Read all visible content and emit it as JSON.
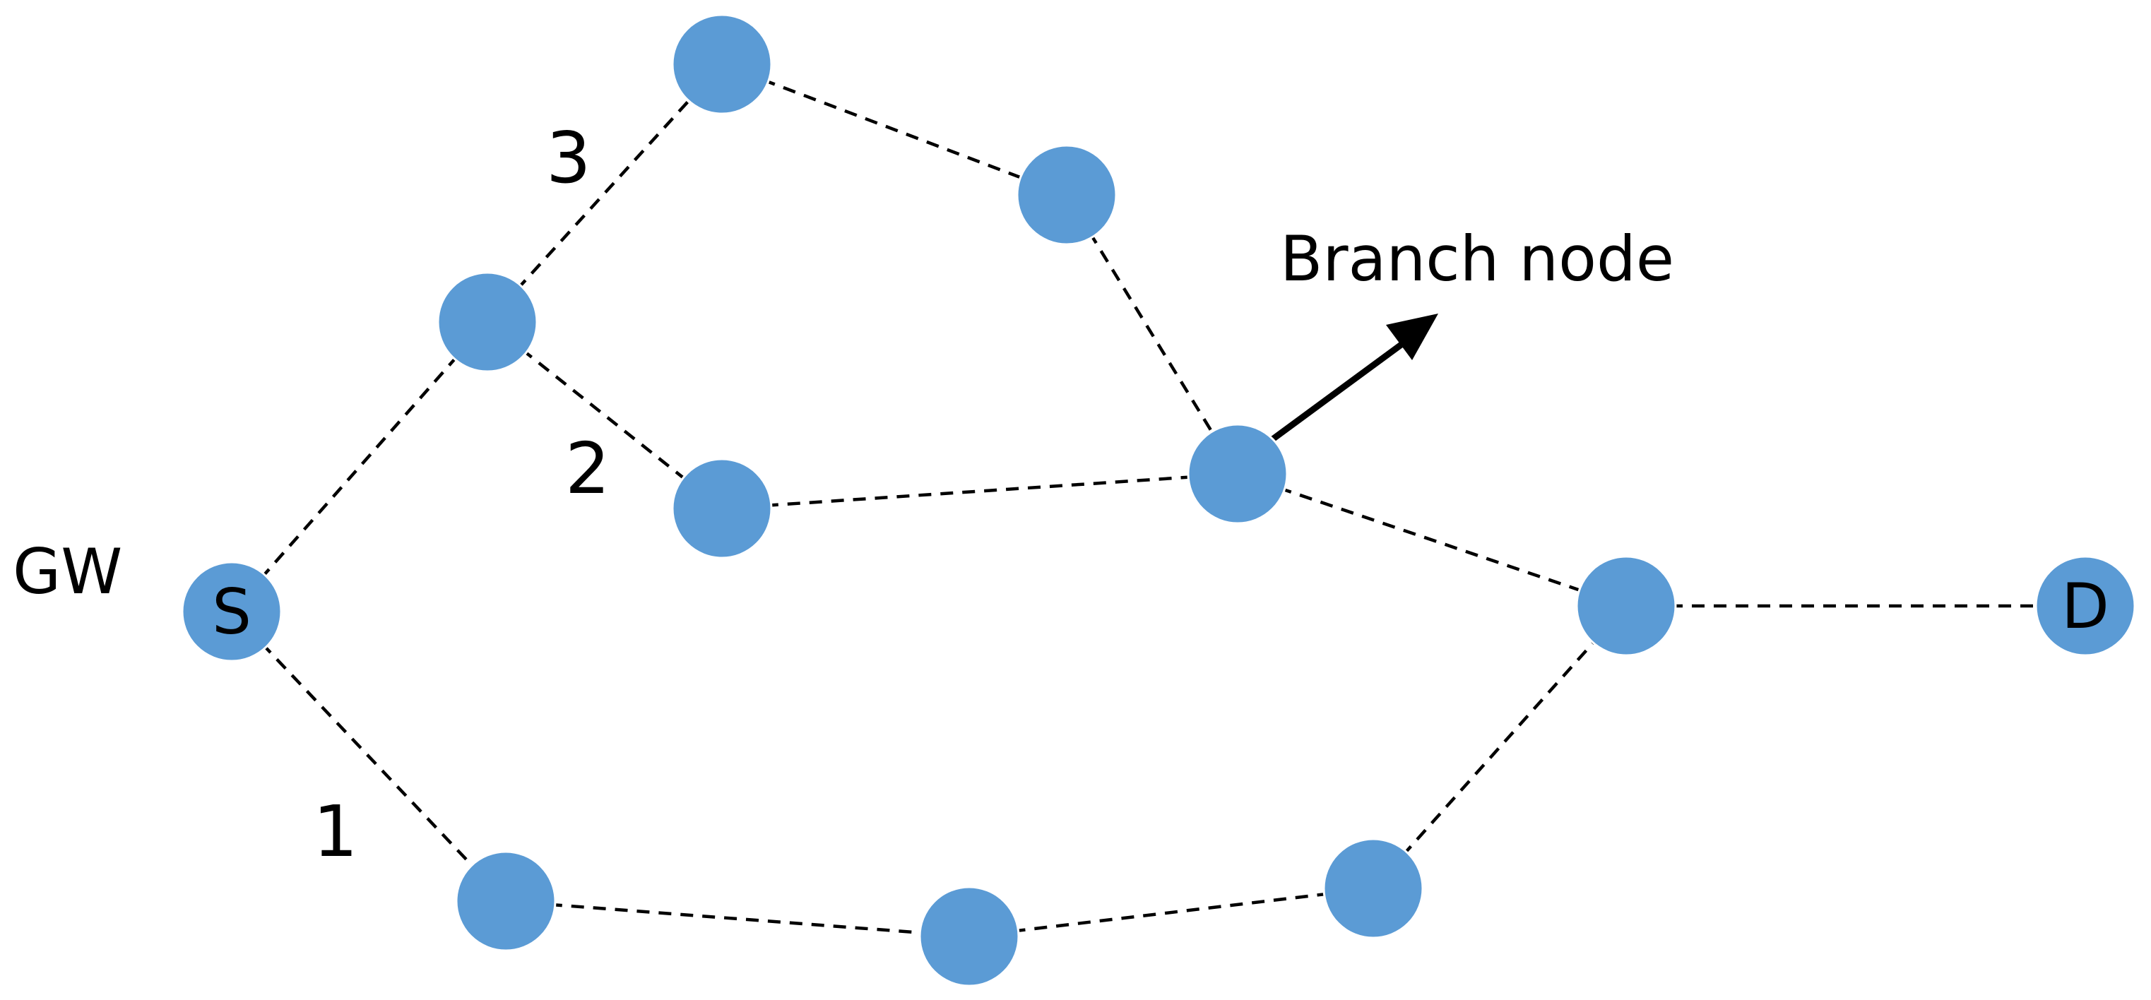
{
  "colors": {
    "node": "#5b9bd5",
    "edge": "#000000",
    "text": "#000000"
  },
  "labels": {
    "gateway": "GW",
    "source": "S",
    "destination": "D",
    "path_1": "1",
    "path_2": "2",
    "path_3": "3",
    "branch_node": "Branch node"
  },
  "nodes": [
    {
      "id": "S",
      "role": "source"
    },
    {
      "id": "A"
    },
    {
      "id": "B"
    },
    {
      "id": "C"
    },
    {
      "id": "E"
    },
    {
      "id": "F",
      "role": "branch"
    },
    {
      "id": "G"
    },
    {
      "id": "H"
    },
    {
      "id": "I"
    },
    {
      "id": "J"
    },
    {
      "id": "D",
      "role": "destination"
    }
  ],
  "edges": [
    [
      "S",
      "A"
    ],
    [
      "A",
      "B"
    ],
    [
      "B",
      "C"
    ],
    [
      "C",
      "F"
    ],
    [
      "A",
      "E"
    ],
    [
      "E",
      "F"
    ],
    [
      "F",
      "G"
    ],
    [
      "G",
      "D"
    ],
    [
      "S",
      "H"
    ],
    [
      "H",
      "I"
    ],
    [
      "I",
      "J"
    ],
    [
      "J",
      "G"
    ]
  ]
}
